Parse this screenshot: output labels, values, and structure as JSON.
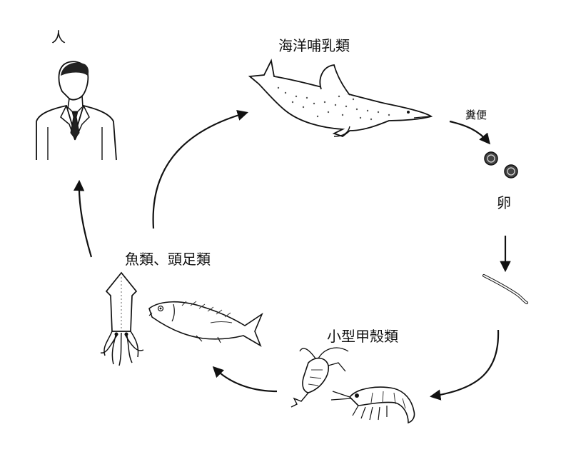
{
  "diagram": {
    "labels": {
      "human": "人",
      "marine_mammal": "海洋哺乳類",
      "feces": "糞便",
      "egg": "卵",
      "small_crustacean": "小型甲殼類",
      "fish_cephalopod": "魚類、頭足類"
    },
    "colors": {
      "ink": "#111111",
      "shading": "#555555",
      "background": "#ffffff"
    }
  }
}
